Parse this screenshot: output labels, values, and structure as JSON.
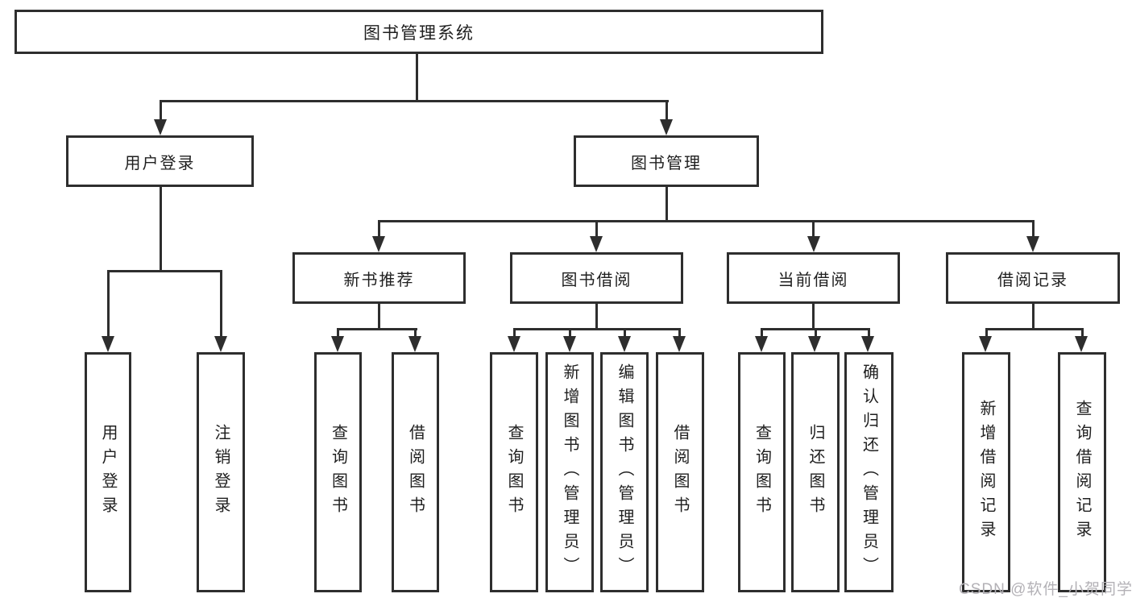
{
  "root": {
    "label": "图书管理系统",
    "children": [
      {
        "label": "用户登录",
        "children": [
          {
            "label": "用户登录"
          },
          {
            "label": "注销登录"
          }
        ]
      },
      {
        "label": "图书管理",
        "children": [
          {
            "label": "新书推荐",
            "children": [
              {
                "label": "查询图书"
              },
              {
                "label": "借阅图书"
              }
            ]
          },
          {
            "label": "图书借阅",
            "children": [
              {
                "label": "查询图书"
              },
              {
                "label": "新增图书（管理员）"
              },
              {
                "label": "编辑图书（管理员）"
              },
              {
                "label": "借阅图书"
              }
            ]
          },
          {
            "label": "当前借阅",
            "children": [
              {
                "label": "查询图书"
              },
              {
                "label": "归还图书"
              },
              {
                "label": "确认归还（管理员）"
              }
            ]
          },
          {
            "label": "借阅记录",
            "children": [
              {
                "label": "新增借阅记录"
              },
              {
                "label": "查询借阅记录"
              }
            ]
          }
        ]
      }
    ]
  },
  "watermark": {
    "label": "CSDN @软件_小贺同学"
  },
  "colors": {
    "line": "#2e2e2e",
    "text": "#1f1f1f",
    "box_background": "#ffffff",
    "watermark": "#b3b1b6",
    "background": "#ffffff"
  }
}
